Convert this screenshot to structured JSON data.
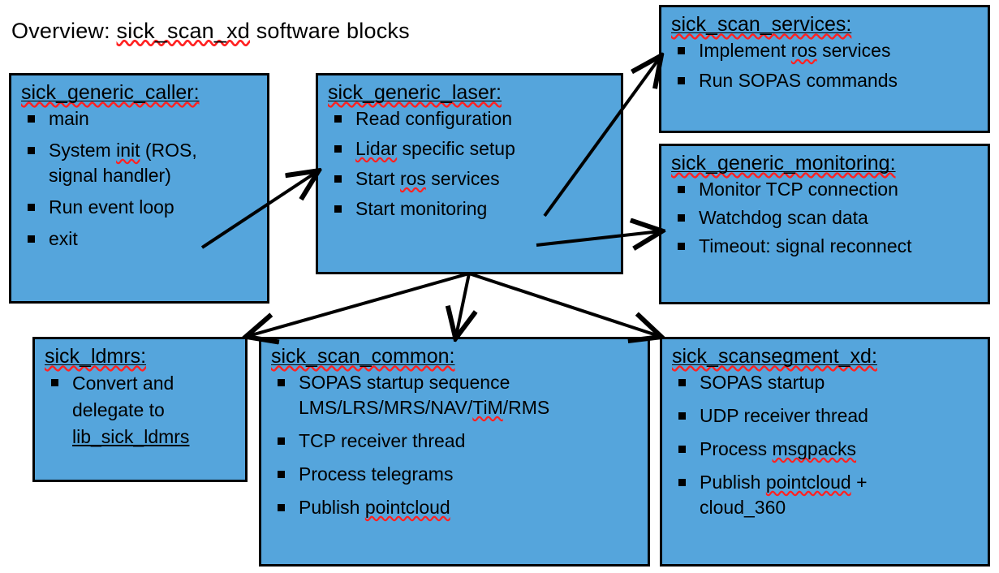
{
  "title": {
    "prefix": "Overview: ",
    "highlight": "sick_scan_xd",
    "suffix": " software blocks",
    "full": "Overview: sick_scan_xd software blocks"
  },
  "colors": {
    "block_fill": "#55a5dc",
    "block_border": "#000000",
    "text": "#000000",
    "spellcheck_underline": "#ff2222",
    "background": "#ffffff"
  },
  "blocks": [
    {
      "id": "sick_generic_caller",
      "header": "sick_generic_caller:",
      "items": [
        "main",
        "System init (ROS, signal handler)",
        "Run event loop",
        "exit"
      ]
    },
    {
      "id": "sick_generic_laser",
      "header": "sick_generic_laser:",
      "items": [
        "Read configuration",
        "Lidar specific setup",
        "Start ros services",
        "Start monitoring"
      ]
    },
    {
      "id": "sick_scan_services",
      "header": "sick_scan_services:",
      "items": [
        "Implement ros services",
        "Run SOPAS commands"
      ]
    },
    {
      "id": "sick_generic_monitoring",
      "header": "sick_generic_monitoring:",
      "items": [
        "Monitor TCP connection",
        "Watchdog scan data",
        "Timeout: signal reconnect"
      ]
    },
    {
      "id": "sick_ldmrs",
      "header": "sick_ldmrs:",
      "items": [
        "Convert and delegate to lib_sick_ldmrs"
      ]
    },
    {
      "id": "sick_scan_common",
      "header": "sick_scan_common:",
      "items": [
        "SOPAS startup sequence LMS/LRS/MRS/NAV/TiM/RMS",
        "TCP receiver thread",
        "Process telegrams",
        "Publish pointcloud"
      ]
    },
    {
      "id": "sick_scansegment_xd",
      "header": "sick_scansegment_xd:",
      "items": [
        "SOPAS startup",
        "UDP receiver thread",
        "Process msgpacks",
        "Publish pointcloud + cloud_360"
      ]
    }
  ],
  "connections": [
    {
      "from": "sick_generic_caller",
      "to": "sick_generic_laser"
    },
    {
      "from": "sick_generic_laser",
      "to": "sick_scan_services"
    },
    {
      "from": "sick_generic_laser",
      "to": "sick_generic_monitoring"
    },
    {
      "from": "sick_generic_laser",
      "to": "sick_ldmrs"
    },
    {
      "from": "sick_generic_laser",
      "to": "sick_scan_common"
    },
    {
      "from": "sick_generic_laser",
      "to": "sick_scansegment_xd"
    }
  ]
}
